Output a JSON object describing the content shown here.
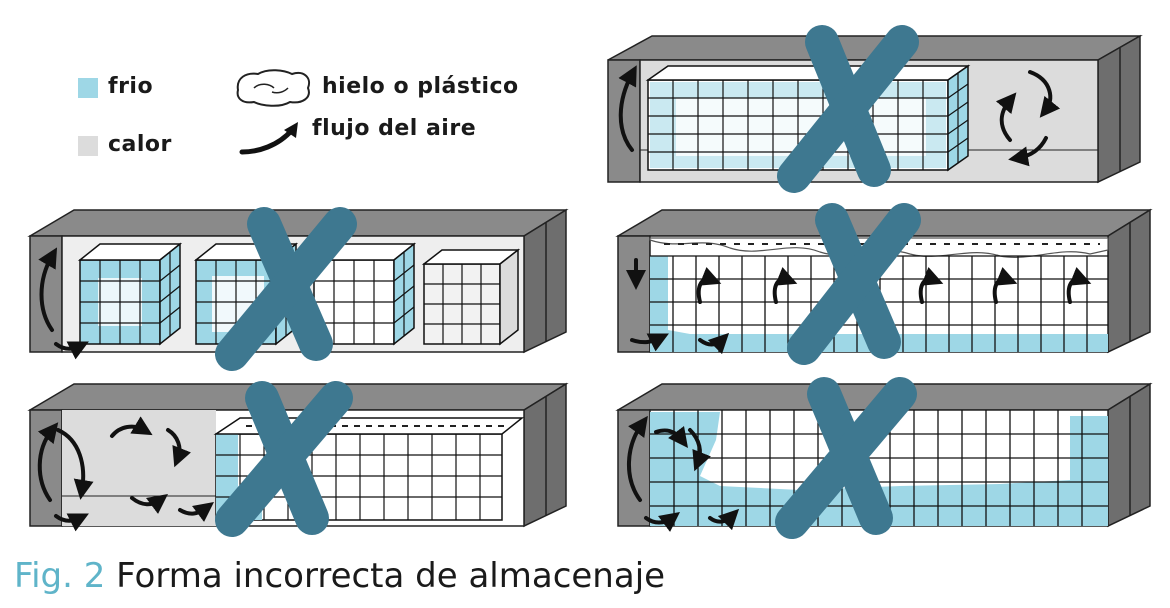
{
  "legend": {
    "cold_label": "frio",
    "heat_label": "calor",
    "ice_label": "hielo o plástico",
    "airflow_label": "flujo del aire"
  },
  "colors": {
    "cold": "#9ed7e6",
    "heat": "#dcdcdc",
    "wall": "#8a8a8a",
    "wall_dark": "#5e5e5e",
    "cross": "#3e7890",
    "caption_accent": "#5fb4c9"
  },
  "panels": [
    {
      "id": "top-right",
      "status": "incorrect"
    },
    {
      "id": "middle-left",
      "status": "incorrect"
    },
    {
      "id": "middle-right",
      "status": "incorrect"
    },
    {
      "id": "bottom-left",
      "status": "incorrect"
    },
    {
      "id": "bottom-right",
      "status": "incorrect"
    }
  ],
  "caption": {
    "fig_label": "Fig. 2",
    "text": "Forma incorrecta de almacenaje"
  }
}
